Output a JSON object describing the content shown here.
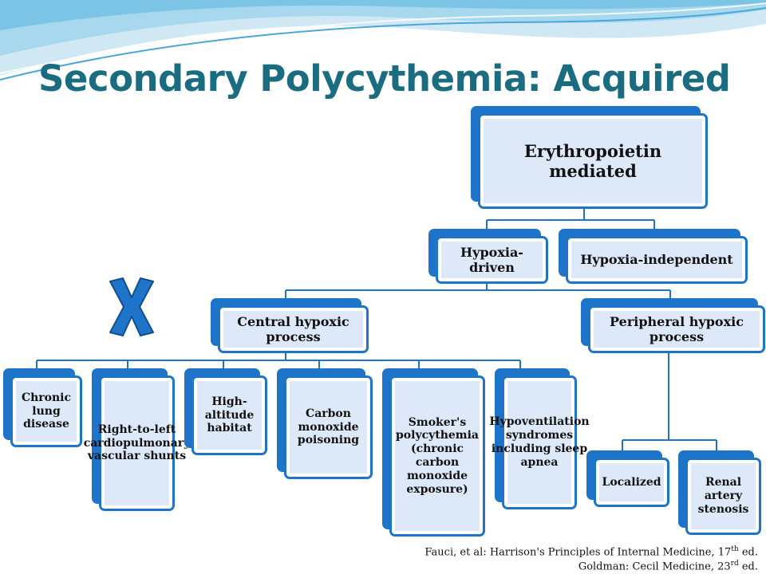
{
  "slide": {
    "title": "Secondary Polycythemia: Acquired"
  },
  "diagram": {
    "root": "Erythropoietin mediated",
    "level1": {
      "hypoxia_driven": "Hypoxia-driven",
      "hypoxia_independent": "Hypoxia-independent"
    },
    "level2": {
      "central": "Central hypoxic process",
      "peripheral": "Peripheral hypoxic process"
    },
    "central_children": [
      "Chronic lung disease",
      "Right-to-left cardiopulmonary vascular shunts",
      "High-altitude habitat",
      "Carbon monoxide poisoning",
      "Smoker's polycythemia (chronic carbon monoxide exposure)",
      "Hypoventilation syndromes including sleep apnea"
    ],
    "peripheral_children": [
      "Localized",
      "Renal artery stenosis"
    ]
  },
  "annotation": {
    "x_mark_icon": "x-mark-icon"
  },
  "citations": {
    "line1_text": "Fauci, et al:  Harrison's Principles of Internal Medicine, 17",
    "line1_sup": "th",
    "line1_end": " ed.",
    "line2_text": "Goldman:  Cecil Medicine, 23",
    "line2_sup": "rd",
    "line2_end": " ed."
  },
  "colors": {
    "title": "#1a6c80",
    "node_border": "#1e74c9",
    "node_fill": "#dde9f8",
    "x_mark": "#1e74c9"
  }
}
